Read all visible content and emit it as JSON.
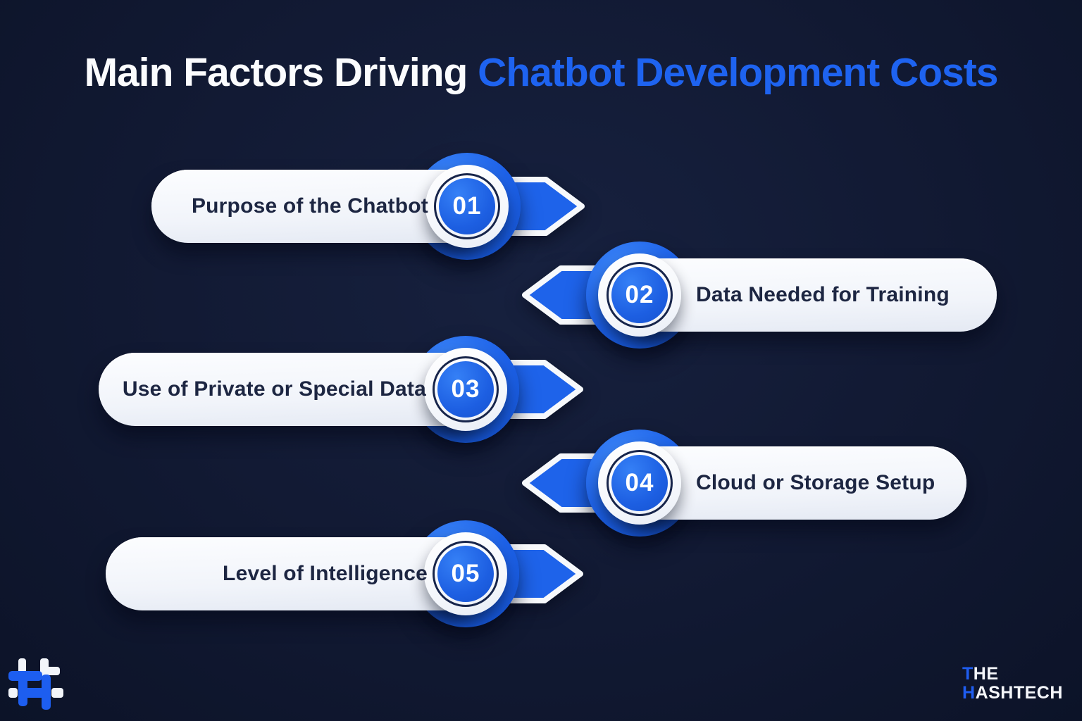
{
  "title": {
    "part1": "Main Factors Driving ",
    "part2": "Chatbot Development Costs"
  },
  "items": [
    {
      "number": "01",
      "label": "Purpose of the Chatbot",
      "align": "left"
    },
    {
      "number": "02",
      "label": "Data Needed for Training",
      "align": "right"
    },
    {
      "number": "03",
      "label": "Use of Private or Special Data",
      "align": "left"
    },
    {
      "number": "04",
      "label": "Cloud or Storage Setup",
      "align": "right"
    },
    {
      "number": "05",
      "label": "Level of Intelligence",
      "align": "left"
    }
  ],
  "brand": {
    "line1_accent": "T",
    "line1_rest": "HE",
    "line2_accent": "H",
    "line2_rest": "ASHTECH"
  },
  "colors": {
    "background": "#121a34",
    "accent_blue": "#1e63ea",
    "title_blue": "#1e63f0",
    "pill_background": "#f4f6fb",
    "pill_text": "#1d2642",
    "number_text": "#ffffff"
  }
}
